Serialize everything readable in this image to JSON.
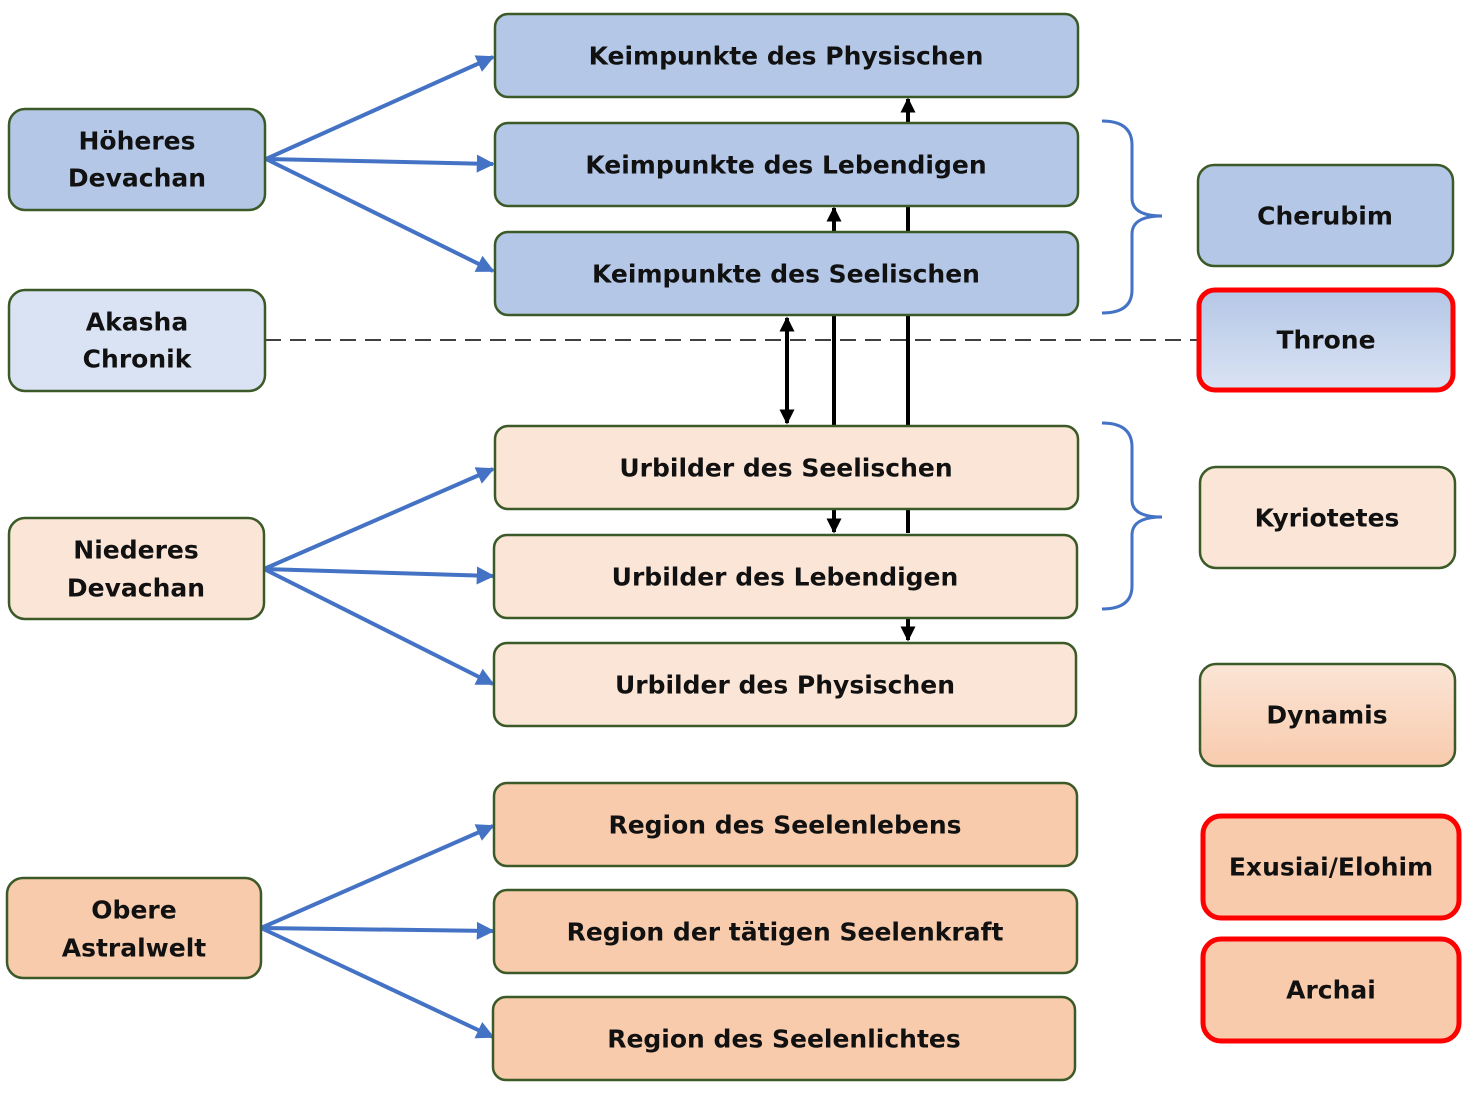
{
  "colors": {
    "blue_fill": "#b4c7e7",
    "light_blue_fill": "#dae3f3",
    "light_orange_fill": "#fbe5d6",
    "orange_fill": "#f8cbad",
    "node_border": "#3c5a28",
    "highlight_border": "#ff0000",
    "arrow_blue": "#4472c4",
    "arrow_black": "#000000",
    "dashed_line": "#000000"
  },
  "left_nodes": {
    "hoeheres_devachan": {
      "lines": [
        "Höheres",
        "Devachan"
      ],
      "fill": "blue"
    },
    "akasha_chronik": {
      "lines": [
        "Akasha",
        "Chronik"
      ],
      "fill": "light_blue"
    },
    "niederes_devachan": {
      "lines": [
        "Niederes",
        "Devachan"
      ],
      "fill": "light_orange"
    },
    "obere_astralwelt": {
      "lines": [
        "Obere",
        "Astralwelt"
      ],
      "fill": "orange"
    }
  },
  "center_nodes": {
    "keim_physisch": "Keimpunkte des Physischen",
    "keim_lebendig": "Keimpunkte des Lebendigen",
    "keim_seelisch": "Keimpunkte des Seelischen",
    "ur_seelisch": "Urbilder des Seelischen",
    "ur_lebendig": "Urbilder des Lebendigen",
    "ur_physisch": "Urbilder des Physischen",
    "region_seelenleben": "Region des Seelenlebens",
    "region_seelenkraft": "Region der tätigen Seelenkraft",
    "region_seelenlicht": "Region des Seelenlichtes"
  },
  "right_nodes": {
    "cherubim": {
      "label": "Cherubim",
      "highlighted": false
    },
    "throne": {
      "label": "Throne",
      "highlighted": true
    },
    "kyriotetes": {
      "label": "Kyriotetes",
      "highlighted": false
    },
    "dynamis": {
      "label": "Dynamis",
      "highlighted": false
    },
    "exusiai": {
      "label": "Exusiai/Elohim",
      "highlighted": true
    },
    "archai": {
      "label": "Archai",
      "highlighted": true
    }
  },
  "connections": {
    "fan_out": [
      {
        "from": "hoeheres_devachan",
        "to": [
          "keim_physisch",
          "keim_lebendig",
          "keim_seelisch"
        ]
      },
      {
        "from": "niederes_devachan",
        "to": [
          "ur_seelisch",
          "ur_lebendig",
          "ur_physisch"
        ]
      },
      {
        "from": "obere_astralwelt",
        "to": [
          "region_seelenleben",
          "region_seelenkraft",
          "region_seelenlicht"
        ]
      }
    ],
    "vertical": [
      {
        "between": [
          "keim_seelisch",
          "ur_seelisch"
        ],
        "direction": "both"
      },
      {
        "from": "ur_lebendig",
        "to": "keim_lebendig",
        "direction": "up"
      },
      {
        "from": "keim_lebendig",
        "to": "ur_lebendig",
        "direction": "down"
      },
      {
        "from": "ur_physisch",
        "to": "keim_physisch",
        "direction": "up"
      },
      {
        "from": "keim_physisch",
        "to": "ur_physisch",
        "direction": "down"
      }
    ],
    "dashed": {
      "from": "akasha_chronik",
      "to": "throne"
    },
    "braces": [
      {
        "groups": [
          "keim_lebendig",
          "keim_seelisch"
        ],
        "points_to": "cherubim"
      },
      {
        "groups": [
          "ur_seelisch",
          "ur_lebendig"
        ],
        "points_to": "kyriotetes"
      }
    ]
  }
}
